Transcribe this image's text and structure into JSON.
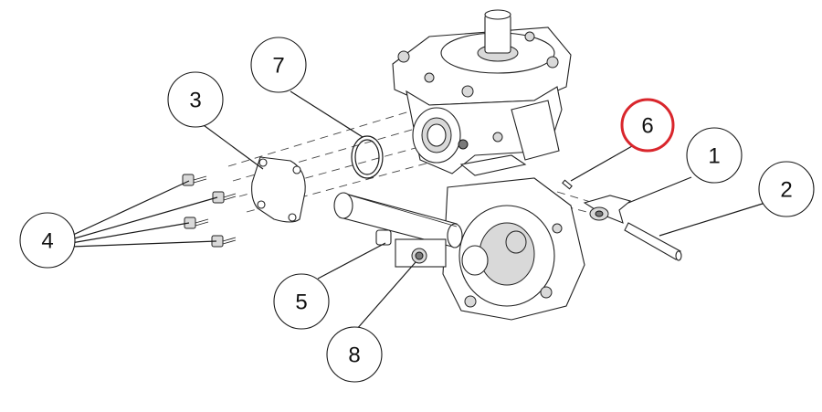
{
  "callouts": [
    {
      "id": "1",
      "label": "1"
    },
    {
      "id": "2",
      "label": "2"
    },
    {
      "id": "3",
      "label": "3"
    },
    {
      "id": "4",
      "label": "4"
    },
    {
      "id": "5",
      "label": "5"
    },
    {
      "id": "6",
      "label": "6",
      "highlighted": true
    },
    {
      "id": "7",
      "label": "7"
    },
    {
      "id": "8",
      "label": "8"
    }
  ],
  "colors": {
    "highlight": "#d9262c",
    "ink": "#1a1a1a"
  }
}
